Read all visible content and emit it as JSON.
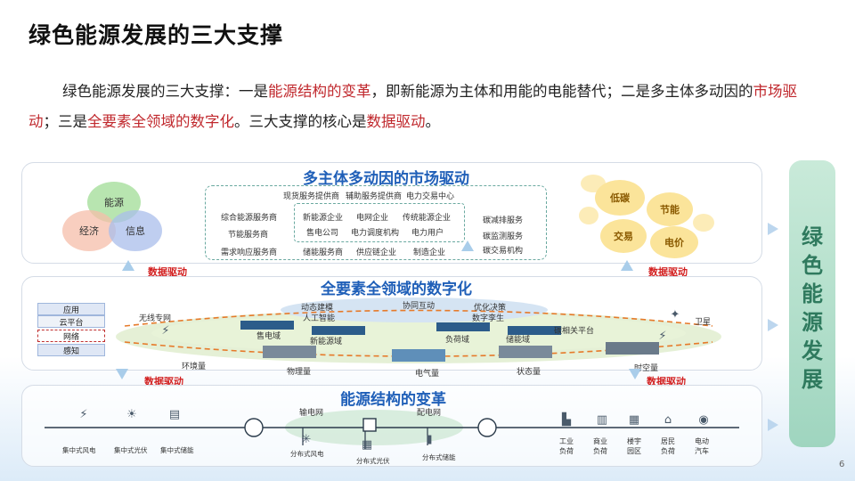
{
  "title": "绿色能源发展的三大支撑",
  "paragraph": {
    "p1": "绿色能源发展的三大支撑：一是",
    "h1": "能源结构的变革",
    "p2": "，即新能源为主体和用能的电能替代；二是多主体多动因的",
    "h2": "市场驱动",
    "p3": "；三是",
    "h3": "全要素全领域的数字化",
    "p4": "。三大支撑的核心是",
    "h4": "数据驱动",
    "p5": "。"
  },
  "market": {
    "title": "多主体多动因的市场驱动",
    "venn": [
      "能源",
      "经济",
      "信息"
    ],
    "top_row": [
      "现货服务提供商",
      "辅助服务提供商",
      "电力交易中心"
    ],
    "left_col": [
      "综合能源服务商",
      "节能服务商",
      "需求响应服务商"
    ],
    "mid_row1": [
      "新能源企业",
      "电网企业",
      "传统能源企业"
    ],
    "mid_row2": [
      "售电公司",
      "电力调度机构",
      "电力用户"
    ],
    "bottom_row": [
      "储能服务商",
      "供应链企业",
      "制造企业"
    ],
    "right_col": [
      "碳减排服务",
      "碳监测服务",
      "碳交易机构"
    ],
    "gold": [
      "低碳",
      "节能",
      "交易",
      "电价"
    ]
  },
  "data_driven": "数据驱动",
  "digital": {
    "title": "全要素全领域的数字化",
    "layers": [
      "应用",
      "云平台",
      "网络",
      "感知"
    ],
    "labels": [
      "无线专网",
      "动态建模",
      "人工智能",
      "协同互动",
      "优化决策",
      "数字孪生",
      "售电域",
      "新能源域",
      "负荷域",
      "储能域",
      "碳相关平台",
      "卫星"
    ],
    "quantities": [
      "环境量",
      "物理量",
      "电气量",
      "状态量",
      "时空量"
    ]
  },
  "energy": {
    "title": "能源结构的变革",
    "grids": [
      "输电网",
      "配电网"
    ],
    "left_items": [
      "集中式风电",
      "集中式光伏",
      "集中式储能"
    ],
    "mid_items": [
      "分布式风电",
      "分布式光伏",
      "分布式储能"
    ],
    "right_items": [
      "工业\n负荷",
      "商业\n负荷",
      "楼宇\n园区",
      "居民\n负荷",
      "电动\n汽车"
    ]
  },
  "side_label": [
    "绿",
    "色",
    "能",
    "源",
    "发",
    "展"
  ],
  "page_number": "6",
  "colors": {
    "title_blue": "#1f5fb8",
    "highlight_red": "#c0282d",
    "side_green": "#2f7a5e"
  }
}
